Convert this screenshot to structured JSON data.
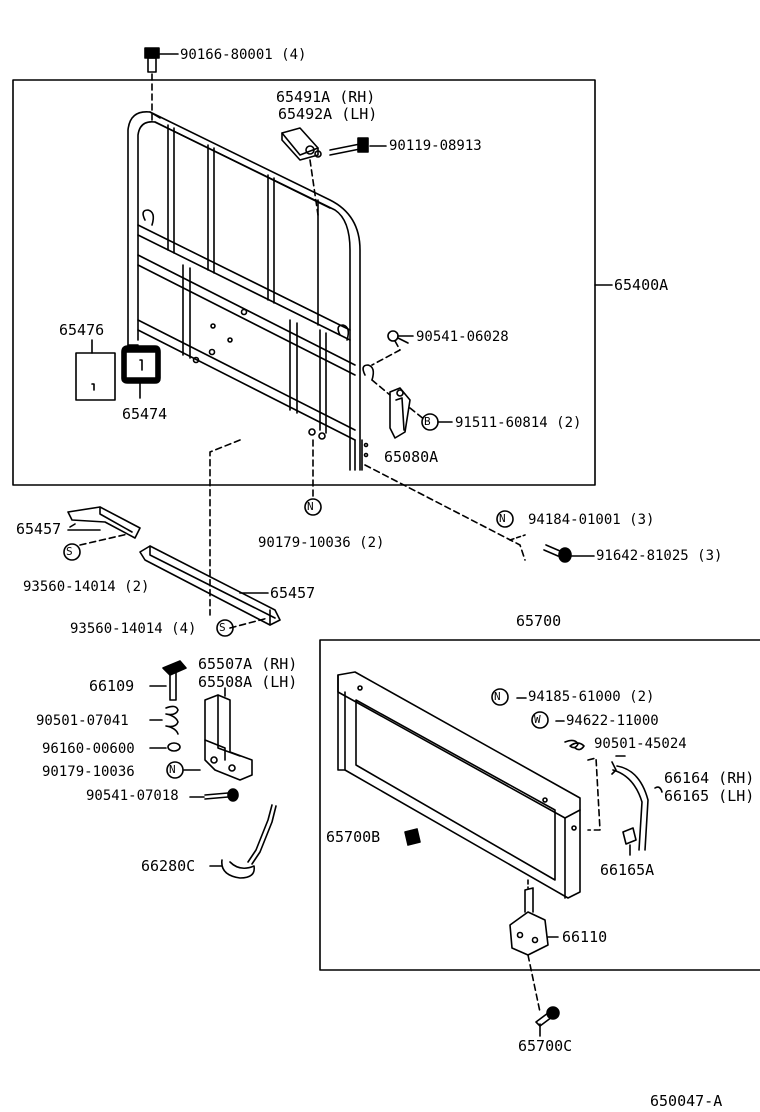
{
  "diagram_id": "650047-A",
  "labels": {
    "p90166": "90166-80001 (4)",
    "p65491a": "65491A (RH)",
    "p65492a": "65492A (LH)",
    "p90119": "90119-08913",
    "p65400a": "65400A",
    "p65476": "65476",
    "p90541a": "90541-06028",
    "p65474": "65474",
    "p91511": "91511-60814 (2)",
    "p65080a": "65080A",
    "p90179a": "90179-10036 (2)",
    "p94184": "94184-01001 (3)",
    "p65457a": "65457",
    "p93560a": "93560-14014 (2)",
    "p91642": "91642-81025 (3)",
    "p65457b": "65457",
    "p93560b": "93560-14014 (4)",
    "p65700": "65700",
    "p65507a": "65507A (RH)",
    "p65508a": "65508A (LH)",
    "p66109": "66109",
    "p94185": "94185-61000 (2)",
    "p90501a": "90501-07041",
    "p94622": "94622-11000",
    "p90501b": "90501-45024",
    "p96160": "96160-00600",
    "p90179b": "90179-10036",
    "p66164": "66164 (RH)",
    "p66165": "66165 (LH)",
    "p90541b": "90541-07018",
    "p65700b": "65700B",
    "p66165a": "66165A",
    "p66280c": "66280C",
    "p66110": "66110",
    "p65700c": "65700C"
  },
  "symbols": {
    "n": "N",
    "b": "B",
    "s": "S",
    "w": "W"
  }
}
